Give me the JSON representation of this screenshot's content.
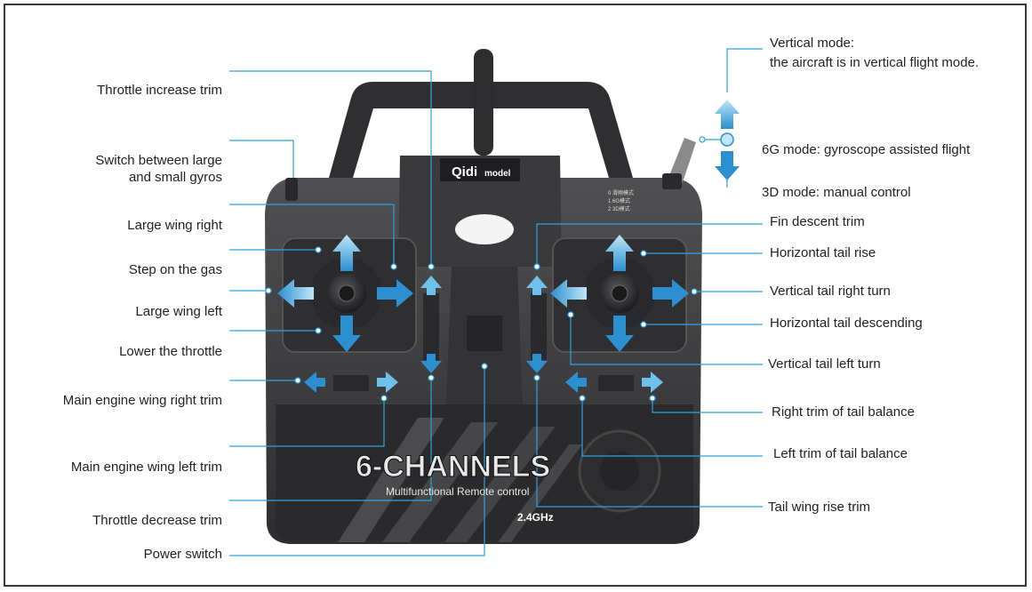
{
  "brand": {
    "logo": "Qidi",
    "logo_suffix": "model"
  },
  "controller": {
    "channels_title": "6-CHANNELS",
    "subtitle": "Multifunctional Remote control",
    "frequency": "2.4GHz",
    "mode_switch_text": [
      "0  滑翔模式",
      "1  6G模式",
      "2  3D模式"
    ]
  },
  "labels_left": [
    {
      "id": "throttle-increase-trim",
      "text": "Throttle increase trim"
    },
    {
      "id": "switch-gyros-1",
      "text": "Switch between large"
    },
    {
      "id": "switch-gyros-2",
      "text": "and small gyros"
    },
    {
      "id": "large-wing-right",
      "text": "Large wing right"
    },
    {
      "id": "step-on-gas",
      "text": "Step on the gas"
    },
    {
      "id": "large-wing-left",
      "text": "Large wing left"
    },
    {
      "id": "lower-throttle",
      "text": "Lower the throttle"
    },
    {
      "id": "main-engine-wing-right-trim",
      "text": "Main engine wing right trim"
    },
    {
      "id": "main-engine-wing-left-trim",
      "text": "Main engine wing left trim"
    },
    {
      "id": "throttle-decrease-trim",
      "text": "Throttle decrease trim"
    },
    {
      "id": "power-switch",
      "text": "Power switch"
    }
  ],
  "labels_right": [
    {
      "id": "vertical-mode-1",
      "text": "Vertical mode:"
    },
    {
      "id": "vertical-mode-2",
      "text": "the aircraft is in vertical flight mode."
    },
    {
      "id": "6g-mode",
      "text": "6G mode: gyroscope assisted flight"
    },
    {
      "id": "3d-mode",
      "text": "3D mode: manual control"
    },
    {
      "id": "fin-descent-trim",
      "text": "Fin descent trim"
    },
    {
      "id": "horizontal-tail-rise",
      "text": "Horizontal tail rise"
    },
    {
      "id": "vertical-tail-right-turn",
      "text": "Vertical tail right turn"
    },
    {
      "id": "horizontal-tail-descending",
      "text": "Horizontal tail descending"
    },
    {
      "id": "vertical-tail-left-turn",
      "text": "Vertical tail left turn"
    },
    {
      "id": "right-trim-tail-balance",
      "text": "Right trim of tail balance"
    },
    {
      "id": "left-trim-tail-balance",
      "text": "Left trim of tail balance"
    },
    {
      "id": "tail-wing-rise-trim",
      "text": "Tail wing rise trim"
    }
  ],
  "colors": {
    "leader": "#2aa3df",
    "arrow_light": "#9fd6f2",
    "arrow_dark": "#2b8fd0",
    "body": "#3d3d3f",
    "body_dark": "#2a2a2c",
    "face": "#4a4a4c"
  }
}
